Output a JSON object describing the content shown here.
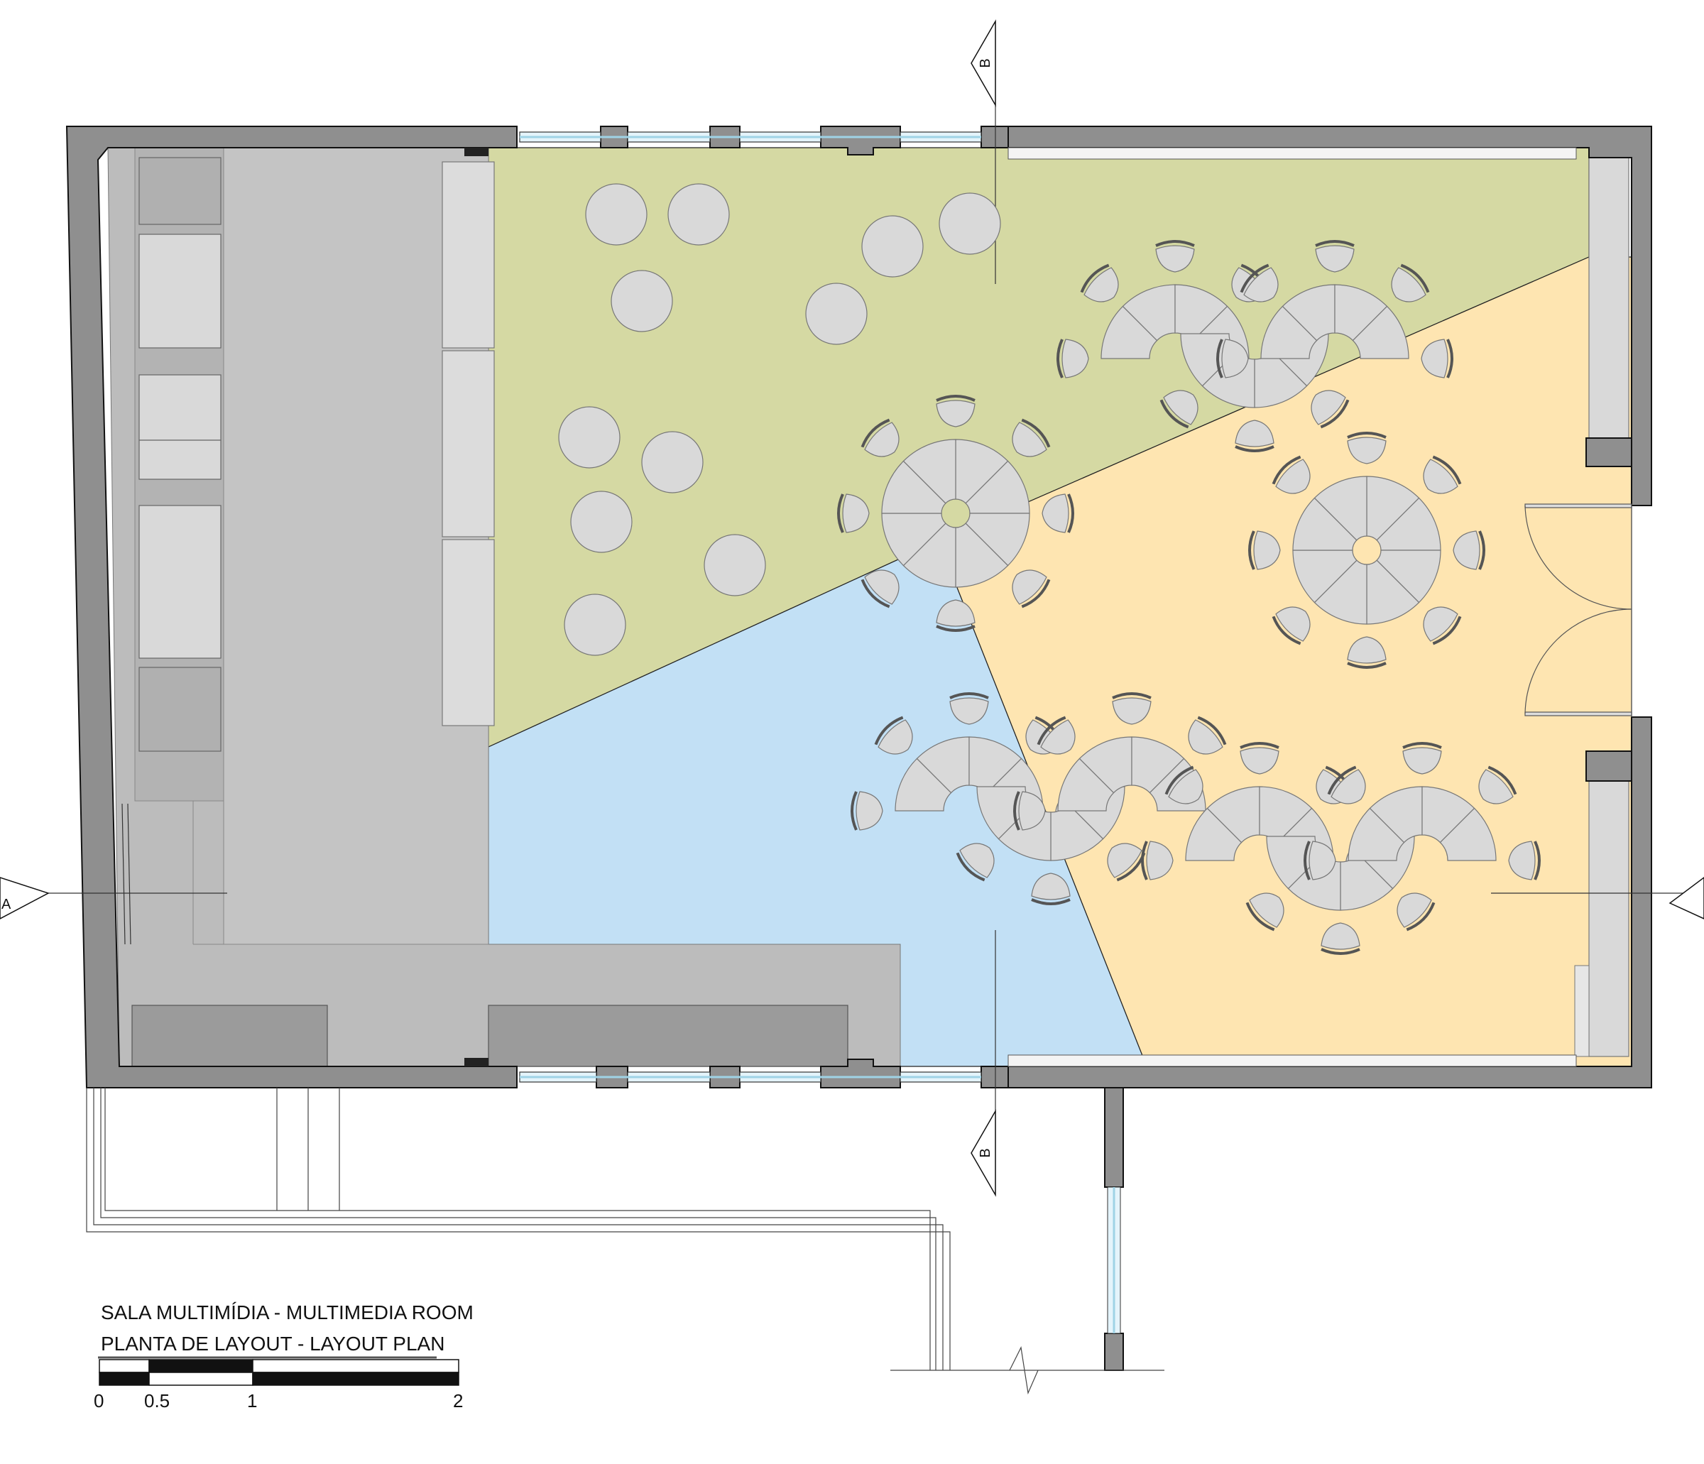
{
  "title": {
    "line1": "SALA MULTIMÍDIA - MULTIMEDIA ROOM",
    "line2": "PLANTA DE LAYOUT - LAYOUT PLAN"
  },
  "scale_bar": {
    "labels": [
      "0",
      "0.5",
      "1",
      "2"
    ]
  },
  "section_markers": {
    "b_top": "B",
    "b_bottom": "B",
    "a_left": "A"
  },
  "colors": {
    "wall": "#8f8f8f",
    "zone_green": "#d5d9a3",
    "zone_blue": "#c2e0f5",
    "zone_orange": "#fee5b1",
    "stage": "#bcbcbc",
    "furniture": "#d9d9d9",
    "glass": "#9fd3e6"
  },
  "icons": {
    "seat": "curved-chair-icon",
    "table": "round-table-icon"
  }
}
